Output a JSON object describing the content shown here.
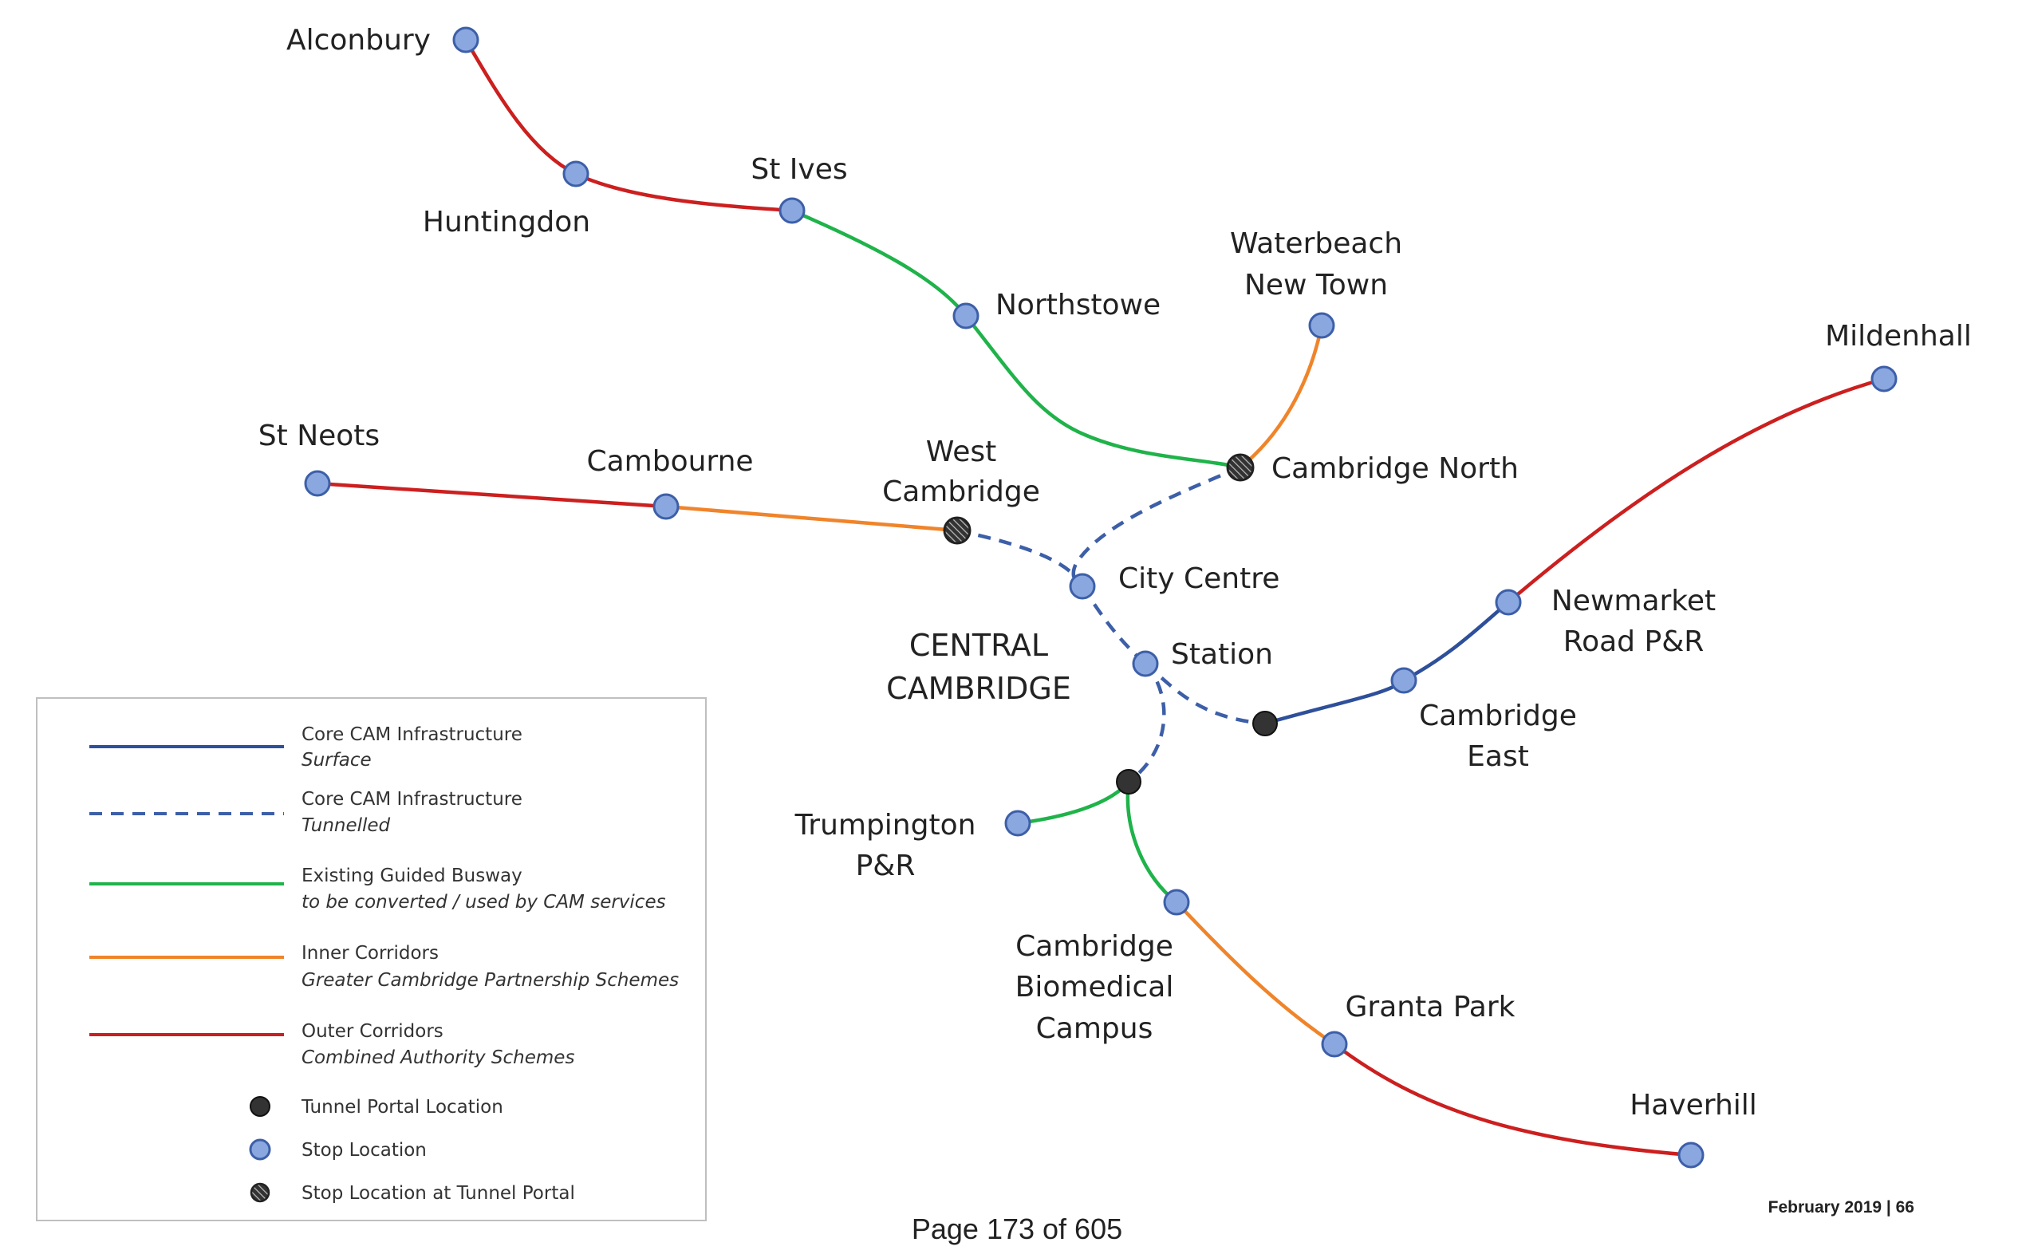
{
  "colors": {
    "surface": "#2e4f9a",
    "tunnelled": "#3d5fa8",
    "busway": "#1fb34a",
    "inner": "#f0842a",
    "outer": "#cc1f1f",
    "stop_fill": "#8aa7df",
    "stop_stroke": "#3d5fa8",
    "portal": "#333333"
  },
  "stations": {
    "alconbury": "Alconbury",
    "huntingdon": "Huntingdon",
    "st_ives": "St Ives",
    "northstowe": "Northstowe",
    "waterbeach_1": "Waterbeach",
    "waterbeach_2": "New Town",
    "mildenhall": "Mildenhall",
    "st_neots": "St Neots",
    "cambourne": "Cambourne",
    "west_cambridge_1": "West",
    "west_cambridge_2": "Cambridge",
    "cambridge_north": "Cambridge North",
    "city_centre": "City Centre",
    "newmarket_1": "Newmarket",
    "newmarket_2": "Road P&R",
    "station": "Station",
    "cambridge_east_1": "Cambridge",
    "cambridge_east_2": "East",
    "trumpington_1": "Trumpington",
    "trumpington_2": "P&R",
    "biomedical_1": "Cambridge",
    "biomedical_2": "Biomedical",
    "biomedical_3": "Campus",
    "granta_park": "Granta Park",
    "haverhill": "Haverhill"
  },
  "central": {
    "line1": "CENTRAL",
    "line2": "CAMBRIDGE"
  },
  "legend": {
    "items": [
      {
        "title": "Core CAM Infrastructure",
        "subtitle": "Surface",
        "style": "surface"
      },
      {
        "title": "Core CAM Infrastructure",
        "subtitle": "Tunnelled",
        "style": "tunnelled"
      },
      {
        "title": "Existing Guided Busway",
        "subtitle": "to be converted / used by CAM services",
        "style": "busway"
      },
      {
        "title": "Inner Corridors",
        "subtitle": "Greater Cambridge Partnership Schemes",
        "style": "inner"
      },
      {
        "title": "Outer Corridors",
        "subtitle": "Combined Authority Schemes",
        "style": "outer"
      }
    ],
    "symbols": [
      {
        "label": "Tunnel Portal Location",
        "kind": "portal"
      },
      {
        "label": "Stop Location",
        "kind": "stop"
      },
      {
        "label": "Stop Location at Tunnel Portal",
        "kind": "stop-portal"
      }
    ]
  },
  "footer": {
    "page": "Page 173 of 605",
    "date_ref": "February 2019 | 66"
  }
}
